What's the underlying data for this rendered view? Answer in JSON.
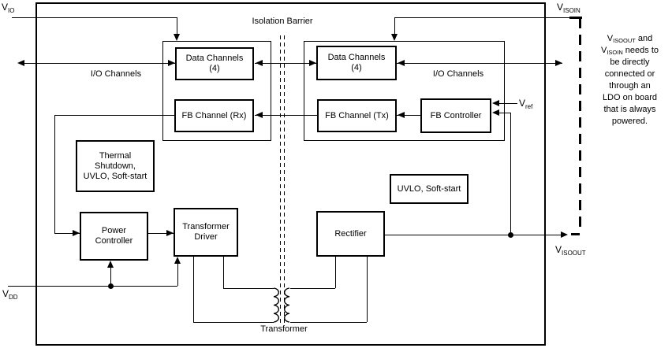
{
  "labels": {
    "isolation_barrier": "Isolation Barrier",
    "io_channels_left": "I/O Channels",
    "io_channels_right": "I/O Channels",
    "transformer": "Transformer"
  },
  "pins": {
    "vio": {
      "base": "V",
      "sub": "IO"
    },
    "vdd": {
      "base": "V",
      "sub": "DD"
    },
    "visoin": {
      "base": "V",
      "sub": "ISOIN"
    },
    "visoout": {
      "base": "V",
      "sub": "ISOOUT"
    },
    "vref": {
      "base": "V",
      "sub": "ref"
    }
  },
  "blocks": {
    "data_channels_left": {
      "l1": "Data Channels",
      "l2": "(4)"
    },
    "fb_channel_rx": {
      "l1": "FB Channel (Rx)"
    },
    "data_channels_right": {
      "l1": "Data Channels",
      "l2": "(4)"
    },
    "fb_channel_tx": {
      "l1": "FB Channel (Tx)"
    },
    "fb_controller": {
      "l1": "FB Controller"
    },
    "thermal_shutdown": {
      "l1": "Thermal",
      "l2": "Shutdown,",
      "l3": "UVLO, Soft-start"
    },
    "uvlo_soft_start": {
      "l1": "UVLO, Soft-start"
    },
    "power_controller": {
      "l1": "Power",
      "l2": "Controller"
    },
    "transformer_driver": {
      "l1": "Transformer",
      "l2": "Driver"
    },
    "rectifier": {
      "l1": "Rectifier"
    }
  },
  "note": {
    "l1_base": "V",
    "l1_sub": "ISOOUT",
    "l1_rest": " and",
    "l2_base": "V",
    "l2_sub": "ISOIN",
    "l2_rest": " needs to",
    "l3": "be directly",
    "l4": "connected or",
    "l5": "through an",
    "l6": "LDO on board",
    "l7": "that is always",
    "l8": "powered."
  },
  "colors": {
    "line": "#000000",
    "background": "#ffffff"
  }
}
